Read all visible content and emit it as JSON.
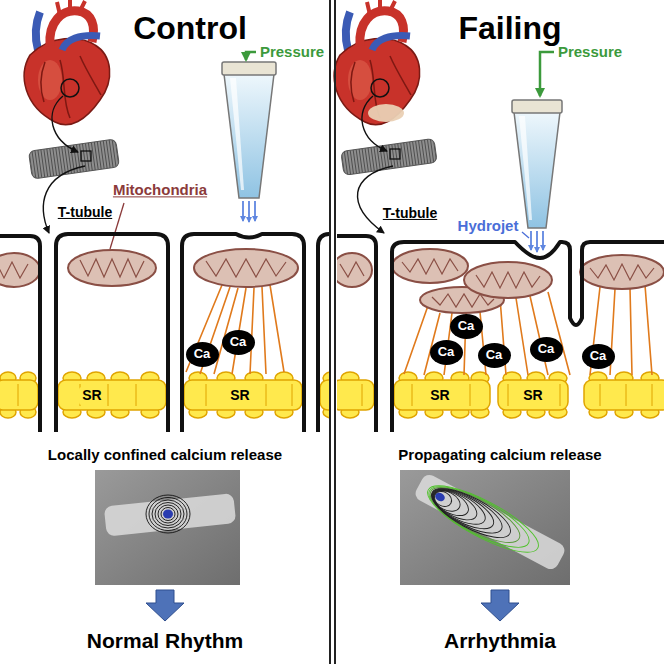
{
  "diagram": {
    "nodes": [
      {
        "text": [
          "Ca"
        ]
      },
      {
        "text": [
          "Ca"
        ]
      },
      {
        "text": [
          "SR"
        ]
      },
      {
        "text": [
          "SR"
        ]
      },
      {
        "text": [
          "Ca"
        ]
      },
      {
        "text": [
          "Ca"
        ]
      },
      {
        "text": [
          "Ca"
        ]
      },
      {
        "text": [
          "Ca"
        ]
      },
      {
        "text": [
          "Ca"
        ]
      },
      {
        "text": [
          "SR"
        ]
      },
      {
        "text": [
          "SR"
        ]
      }
    ],
    "labels": [
      "Control",
      "Failing",
      "Pressure",
      "T-tubule",
      "Mitochondria",
      "Locally confined calcium release",
      "Normal Rhythm",
      "Pressure",
      "Hydrojet",
      "T-tubule",
      "Propagating calcium release",
      "Arrhythmia"
    ]
  }
}
